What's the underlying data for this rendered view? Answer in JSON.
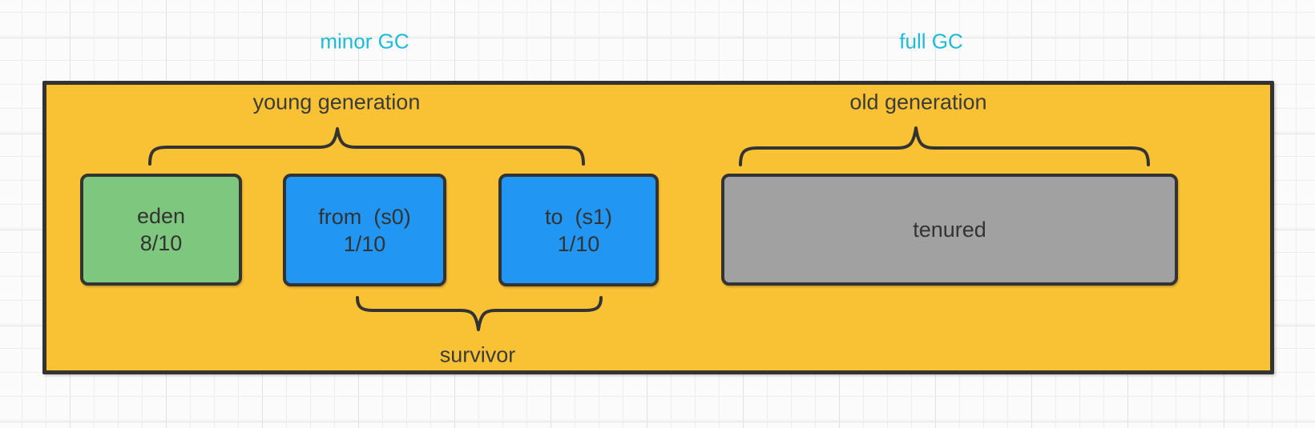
{
  "colors": {
    "canvas_bg": "#FBFBFB",
    "grid_line": "#EDEDED",
    "grid_line_major": "#E2E2E2",
    "heap_fill": "#F9C235",
    "eden_fill": "#7EC77E",
    "survivor_fill": "#2196F3",
    "tenured_fill": "#A1A1A1",
    "stroke": "#333333",
    "gc_label_text": "#1CBCD8",
    "label_text": "#3B3B3B"
  },
  "labels": {
    "minor_gc": "minor GC",
    "full_gc": "full GC",
    "young_generation": "young generation",
    "old_generation": "old generation",
    "survivor": "survivor"
  },
  "boxes": {
    "eden": {
      "name": "eden",
      "usage": "8/10"
    },
    "from": {
      "name": "from  (s0)",
      "usage": "1/10"
    },
    "to": {
      "name": "to  (s1)",
      "usage": "1/10"
    },
    "tenured": {
      "name": "tenured"
    }
  }
}
